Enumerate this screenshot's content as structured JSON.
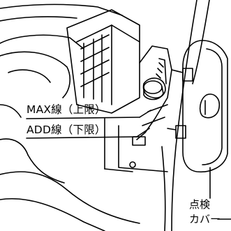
{
  "labels": {
    "max_line": "MAX線（上限）",
    "add_line": "ADD線（下限）",
    "cover_line1": "点検",
    "cover_line2": "カバー"
  }
}
